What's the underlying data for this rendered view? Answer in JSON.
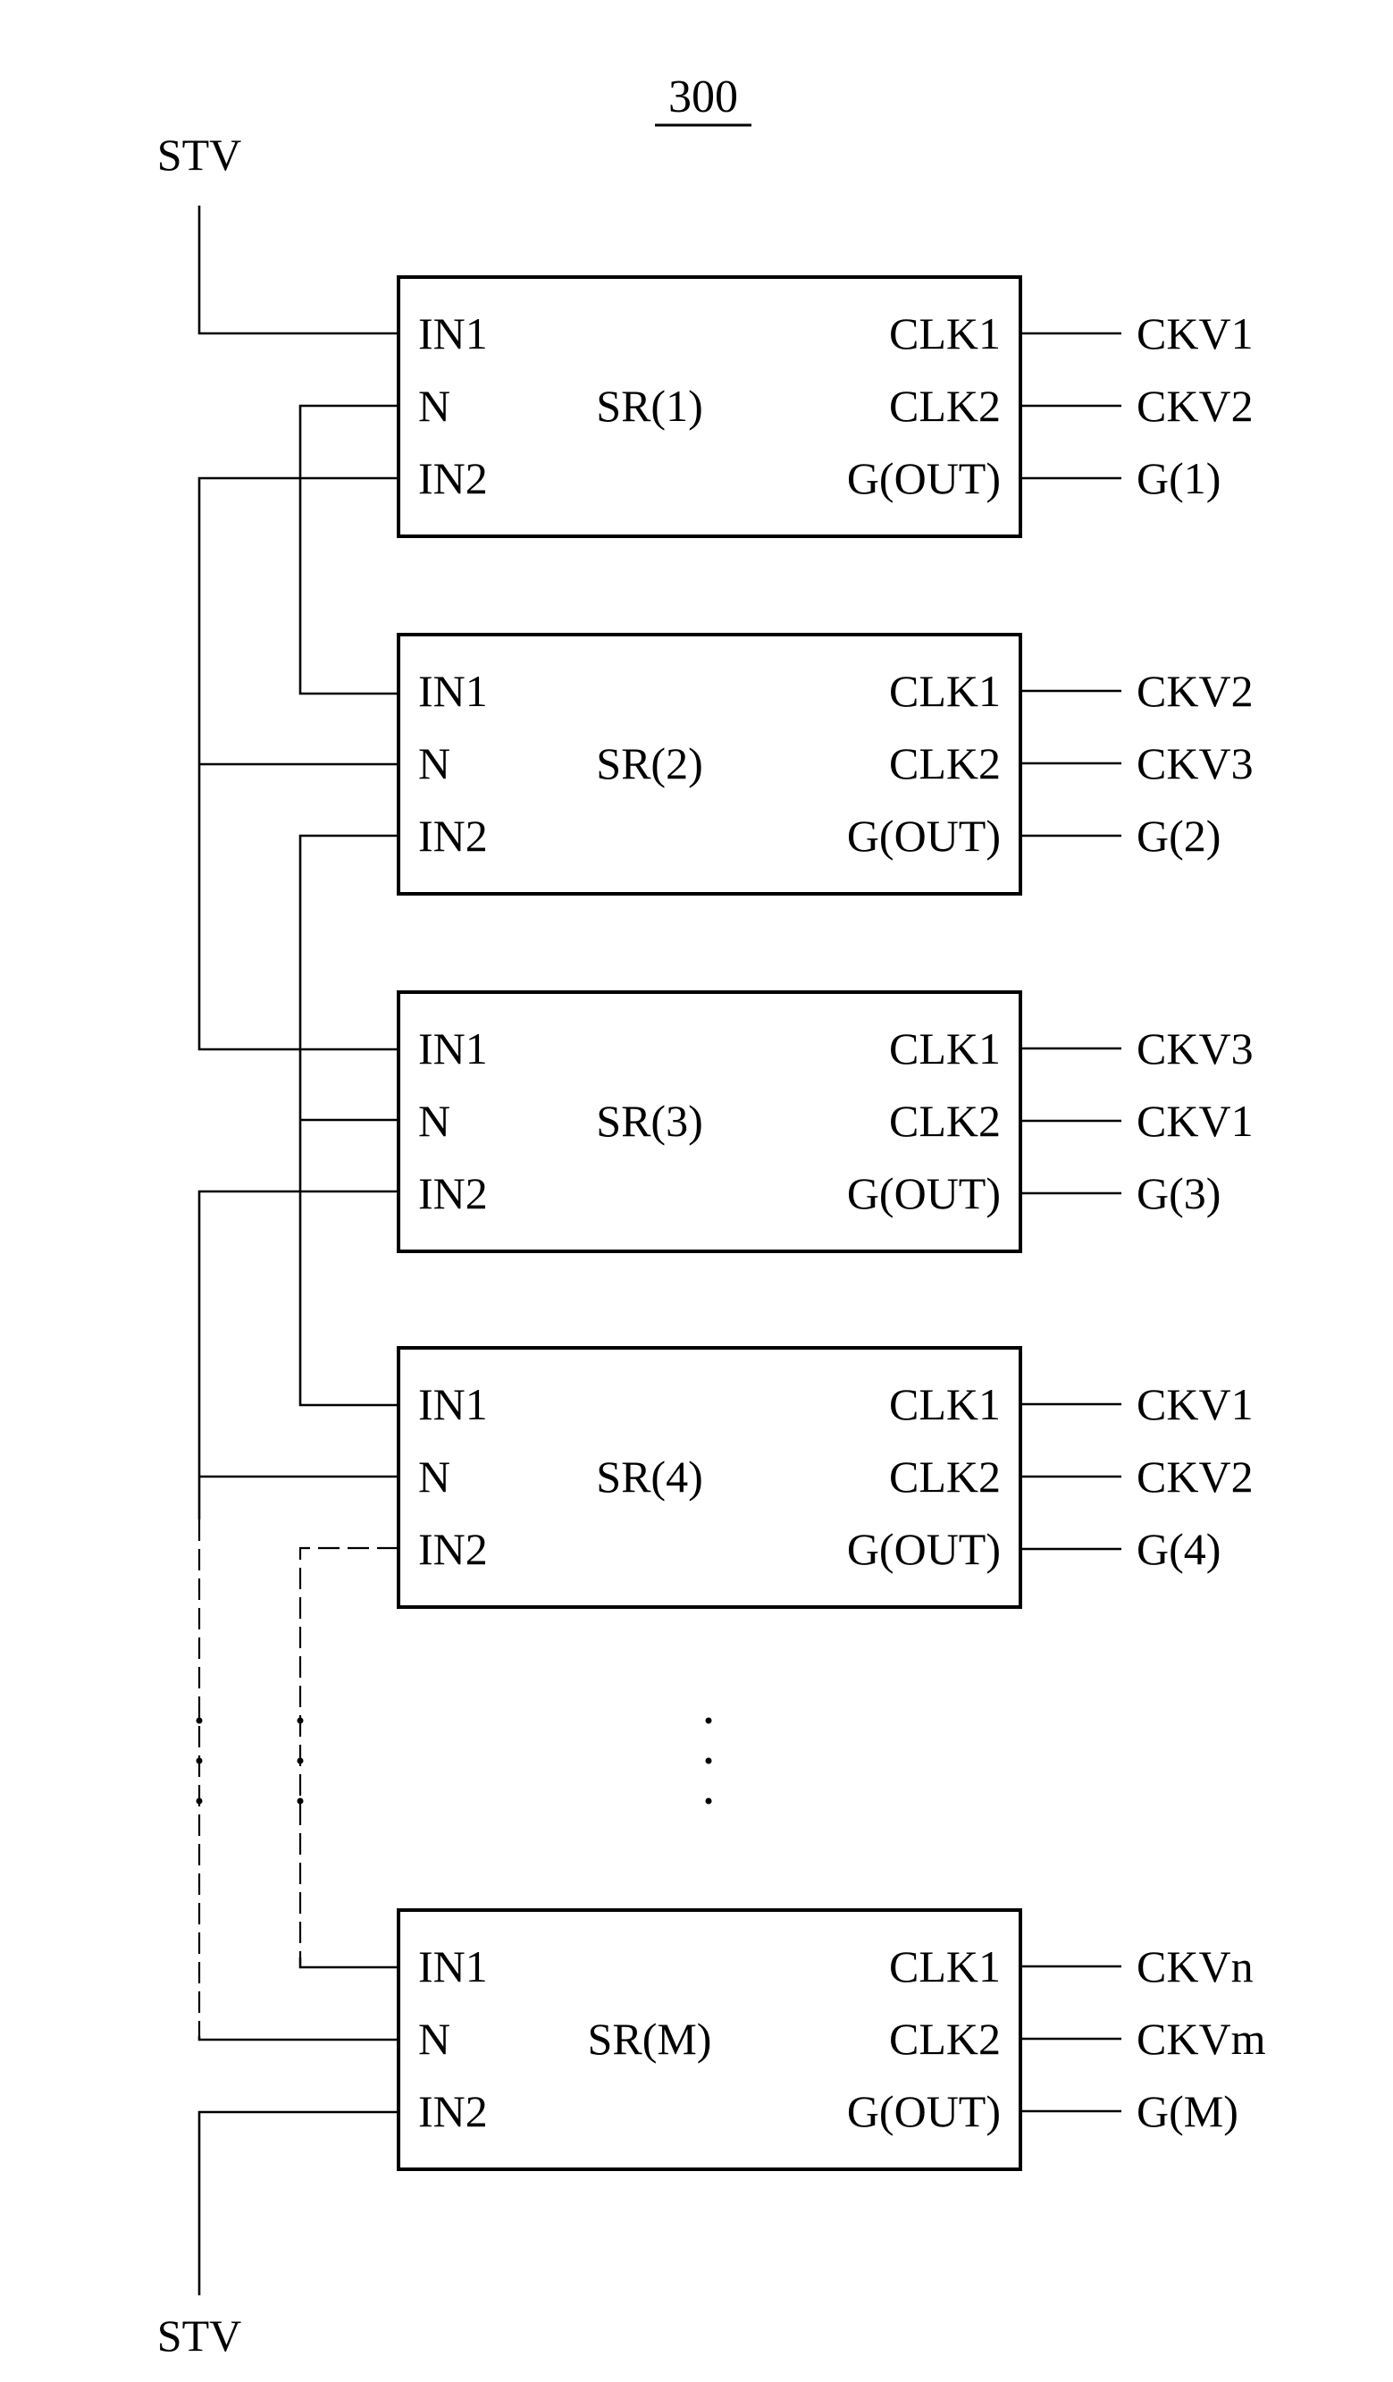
{
  "figure_number": "300",
  "start_signal_top": "STV",
  "start_signal_bottom": "STV",
  "stages": [
    {
      "name": "SR(1)",
      "pins": {
        "in1": "IN1",
        "n": "N",
        "in2": "IN2",
        "clk1": "CLK1",
        "clk2": "CLK2",
        "out": "G(OUT)"
      },
      "clk1_signal": "CKV1",
      "clk2_signal": "CKV2",
      "output_signal": "G(1)"
    },
    {
      "name": "SR(2)",
      "pins": {
        "in1": "IN1",
        "n": "N",
        "in2": "IN2",
        "clk1": "CLK1",
        "clk2": "CLK2",
        "out": "G(OUT)"
      },
      "clk1_signal": "CKV2",
      "clk2_signal": "CKV3",
      "output_signal": "G(2)"
    },
    {
      "name": "SR(3)",
      "pins": {
        "in1": "IN1",
        "n": "N",
        "in2": "IN2",
        "clk1": "CLK1",
        "clk2": "CLK2",
        "out": "G(OUT)"
      },
      "clk1_signal": "CKV3",
      "clk2_signal": "CKV1",
      "output_signal": "G(3)"
    },
    {
      "name": "SR(4)",
      "pins": {
        "in1": "IN1",
        "n": "N",
        "in2": "IN2",
        "clk1": "CLK1",
        "clk2": "CLK2",
        "out": "G(OUT)"
      },
      "clk1_signal": "CKV1",
      "clk2_signal": "CKV2",
      "output_signal": "G(4)"
    },
    {
      "name": "SR(M)",
      "pins": {
        "in1": "IN1",
        "n": "N",
        "in2": "IN2",
        "clk1": "CLK1",
        "clk2": "CLK2",
        "out": "G(OUT)"
      },
      "clk1_signal": "CKVn",
      "clk2_signal": "CKVm",
      "output_signal": "G(M)"
    }
  ]
}
